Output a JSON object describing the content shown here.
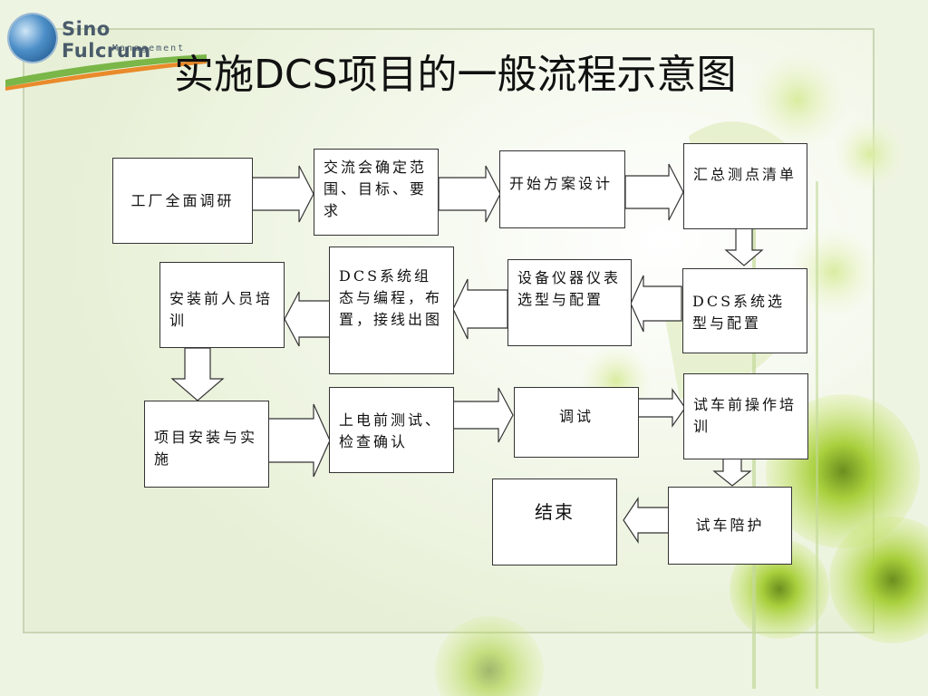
{
  "slide": {
    "title": "实施DCS项目的一般流程示意图"
  },
  "logo": {
    "brand": "Sino Fulcrum",
    "sub": "Management"
  },
  "flow": {
    "steps": [
      {
        "id": "s1",
        "label": "工厂全面调研"
      },
      {
        "id": "s2",
        "label": "交流会确定范围、目标、要求"
      },
      {
        "id": "s3",
        "label": "开始方案设计"
      },
      {
        "id": "s4",
        "label": "汇总测点清单"
      },
      {
        "id": "s5",
        "label": "DCS系统选型与配置"
      },
      {
        "id": "s6",
        "label": "设备仪器仪表选型与配置"
      },
      {
        "id": "s7",
        "label": "DCS系统组态与编程，布置，接线出图"
      },
      {
        "id": "s8",
        "label": "安装前人员培训"
      },
      {
        "id": "s9",
        "label": "项目安装与实施"
      },
      {
        "id": "s10",
        "label": "上电前测试、检查确认"
      },
      {
        "id": "s11",
        "label": "调试"
      },
      {
        "id": "s12",
        "label": "试车前操作培训"
      },
      {
        "id": "s13",
        "label": "试车陪护"
      },
      {
        "id": "s14",
        "label": "结束"
      }
    ]
  },
  "colors": {
    "background": "#f4f8ec",
    "box_border": "#333333",
    "arrow_fill": "#ffffff",
    "brand_green": "#7ab648",
    "brand_orange": "#e98a2b"
  }
}
